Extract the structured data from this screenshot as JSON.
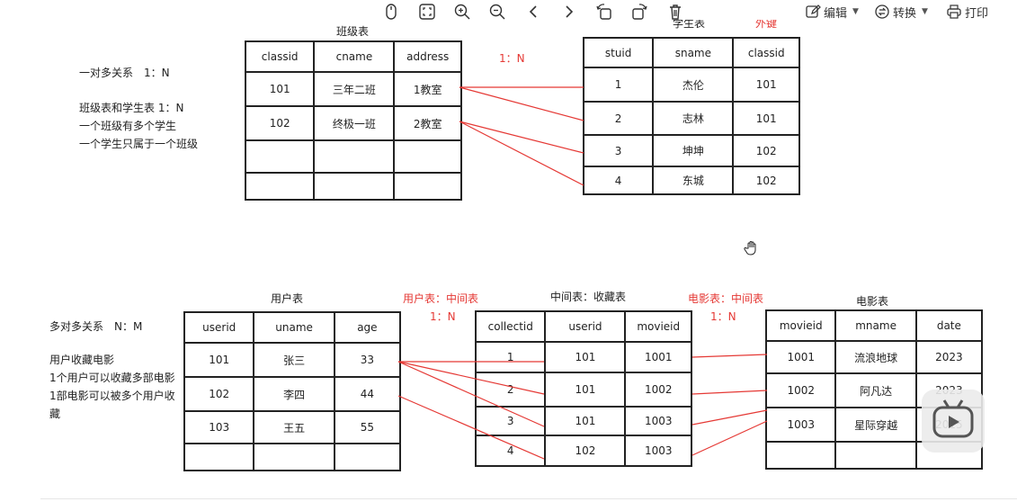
{
  "toolbar": {
    "edit_label": "编辑",
    "convert_label": "转换",
    "print_label": "打印"
  },
  "top": {
    "notes": [
      "一对多关系　1：N",
      "班级表和学生表 1：N",
      "一个班级有多个学生",
      "一个学生只属于一个班级"
    ],
    "class_table": {
      "title": "班级表",
      "headers": [
        "classid",
        "cname",
        "address"
      ],
      "rows": [
        [
          "101",
          "三年二班",
          "1教室"
        ],
        [
          "102",
          "终极一班",
          "2教室"
        ],
        [
          "",
          "",
          ""
        ],
        [
          "",
          "",
          ""
        ]
      ]
    },
    "relation_label": "1：N",
    "student_table": {
      "title": "学生表",
      "fk_label": "外键",
      "headers": [
        "stuid",
        "sname",
        "classid"
      ],
      "rows": [
        [
          "1",
          "杰伦",
          "101"
        ],
        [
          "2",
          "志林",
          "101"
        ],
        [
          "3",
          "坤坤",
          "102"
        ],
        [
          "4",
          "东城",
          "102"
        ]
      ]
    }
  },
  "bottom": {
    "notes": [
      "多对多关系　N：M",
      "用户收藏电影",
      "1个用户可以收藏多部电影",
      "1部电影可以被多个用户收",
      "藏"
    ],
    "user_table": {
      "title": "用户表",
      "headers": [
        "userid",
        "uname",
        "age"
      ],
      "rows": [
        [
          "101",
          "张三",
          "33"
        ],
        [
          "102",
          "李四",
          "44"
        ],
        [
          "103",
          "王五",
          "55"
        ],
        [
          "",
          "",
          ""
        ]
      ]
    },
    "user_mid_label": "用户表：中间表",
    "user_mid_ratio": "1：N",
    "collect_table": {
      "title": "中间表：收藏表",
      "headers": [
        "collectid",
        "userid",
        "movieid"
      ],
      "rows": [
        [
          "1",
          "101",
          "1001"
        ],
        [
          "2",
          "101",
          "1002"
        ],
        [
          "3",
          "101",
          "1003"
        ],
        [
          "4",
          "102",
          "1003"
        ]
      ]
    },
    "movie_mid_label": "电影表：中间表",
    "movie_mid_ratio": "1：N",
    "movie_table": {
      "title": "电影表",
      "headers": [
        "movieid",
        "mname",
        "date"
      ],
      "rows": [
        [
          "1001",
          "流浪地球",
          "2023"
        ],
        [
          "1002",
          "阿凡达",
          "2023"
        ],
        [
          "1003",
          "星际穿越",
          "2015"
        ],
        [
          "",
          "",
          ""
        ]
      ]
    }
  },
  "colors": {
    "line": "#e53935",
    "border": "#222222"
  },
  "icons": [
    "mouse-icon",
    "fit-screen-icon",
    "zoom-in-icon",
    "zoom-out-icon",
    "chevron-left-icon",
    "chevron-right-icon",
    "rotate-left-icon",
    "rotate-right-icon",
    "trash-icon",
    "edit-icon",
    "convert-icon",
    "print-icon",
    "hand-cursor-icon",
    "play-icon"
  ]
}
